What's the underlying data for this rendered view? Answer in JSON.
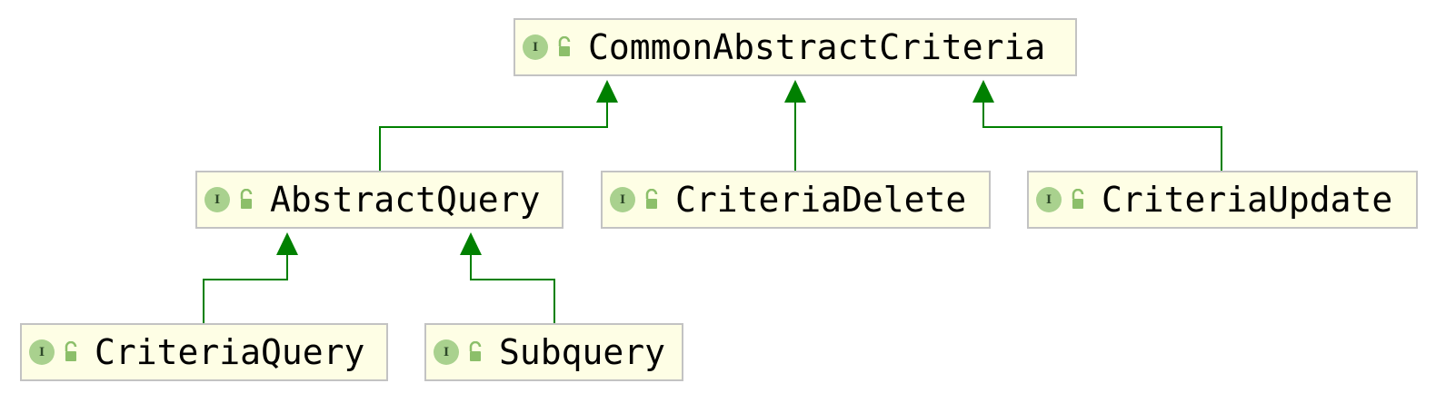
{
  "colors": {
    "arrow": "#008000",
    "node_fill": "#fefee5",
    "node_border": "#c3c3c3",
    "badge_fill": "#a9d18e",
    "lock_fill": "#8cbf6a"
  },
  "icons": {
    "badge": "interface-badge-icon",
    "visibility": "open-lock-icon"
  },
  "nodes": [
    {
      "id": "common",
      "badge": "I",
      "label": "CommonAbstractCriteria"
    },
    {
      "id": "abstract",
      "badge": "I",
      "label": "AbstractQuery"
    },
    {
      "id": "delete",
      "badge": "I",
      "label": "CriteriaDelete"
    },
    {
      "id": "update",
      "badge": "I",
      "label": "CriteriaUpdate"
    },
    {
      "id": "query",
      "badge": "I",
      "label": "CriteriaQuery"
    },
    {
      "id": "subquery",
      "badge": "I",
      "label": "Subquery"
    }
  ],
  "edges": [
    {
      "from": "abstract",
      "to": "common"
    },
    {
      "from": "delete",
      "to": "common"
    },
    {
      "from": "update",
      "to": "common"
    },
    {
      "from": "query",
      "to": "abstract"
    },
    {
      "from": "subquery",
      "to": "abstract"
    }
  ]
}
